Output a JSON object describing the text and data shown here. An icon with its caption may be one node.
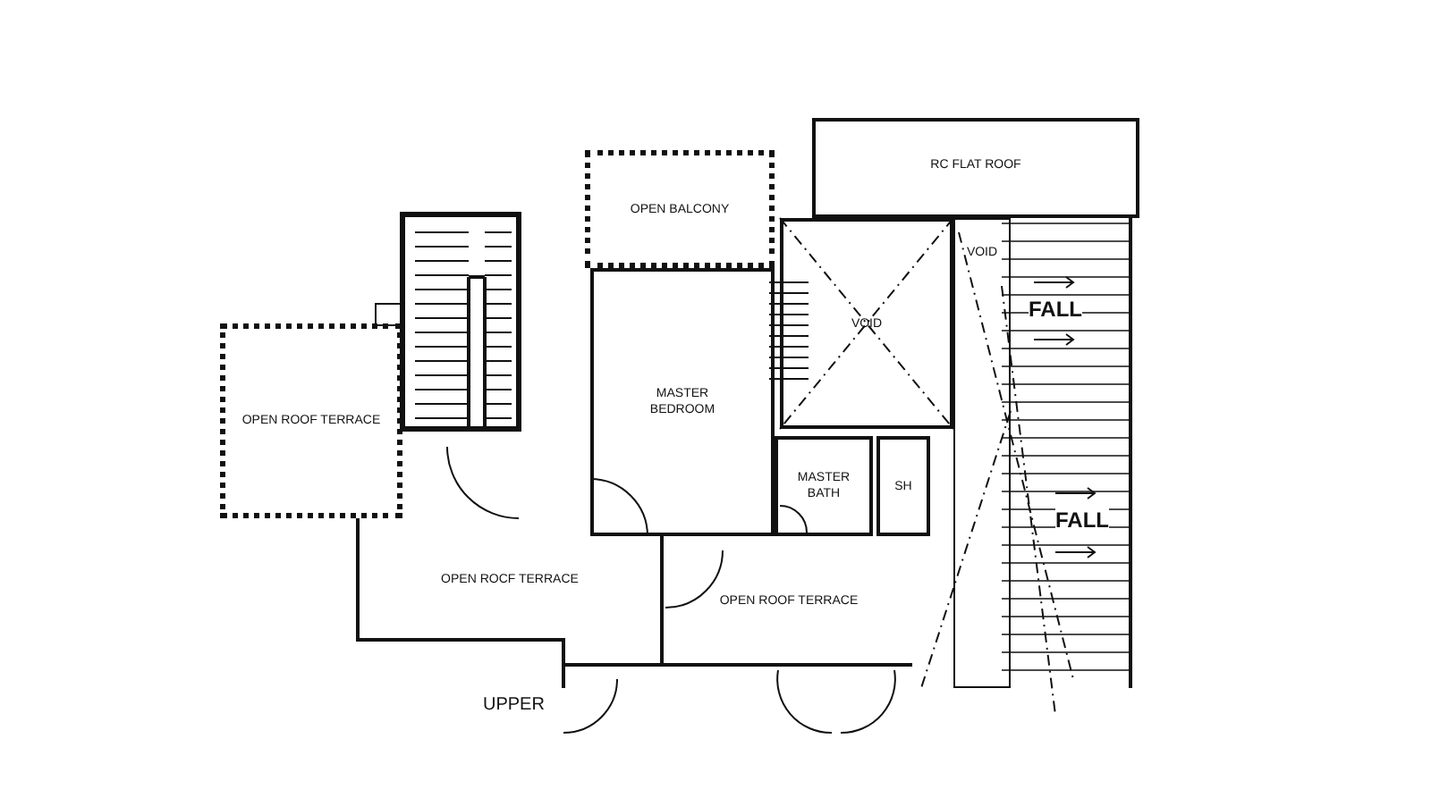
{
  "diagram": {
    "nodes": [
      {
        "text": [
          "RC FLAT ROOF"
        ]
      },
      {
        "text": [
          "OPEN BALCONY"
        ]
      },
      {
        "text": [
          "VOID"
        ]
      },
      {
        "text": [
          "MASTER BEDROOM"
        ]
      },
      {
        "text": [
          "OPEN ROOF TERRACE"
        ]
      },
      {
        "text": [
          "VOID"
        ]
      },
      {
        "text": [
          "MASTER BATH"
        ]
      },
      {
        "text": [
          "SH"
        ]
      },
      {
        "text": [
          "OPEN ROCF TERRACE"
        ]
      },
      {
        "text": [
          "OPEN ROOF TERRACE"
        ]
      }
    ],
    "labels": [
      "FALL",
      "FALL",
      "UPPER"
    ]
  }
}
